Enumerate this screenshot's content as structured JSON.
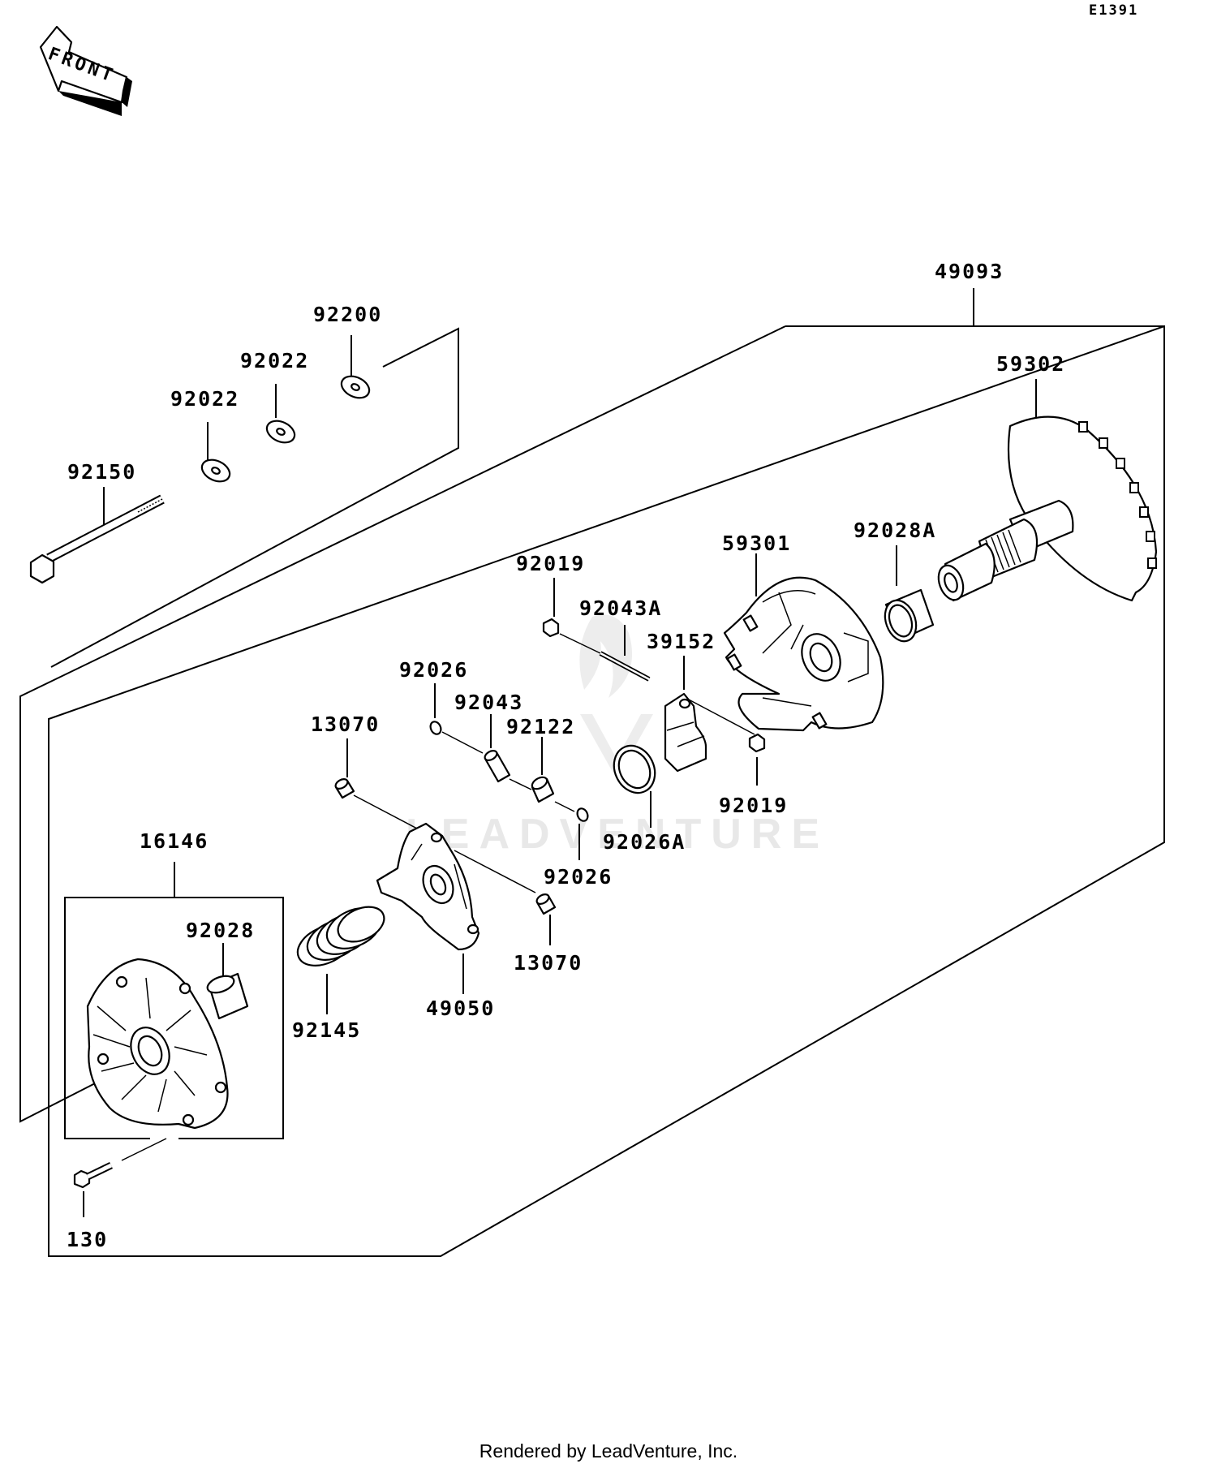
{
  "diagram_code": "E1391",
  "front_label": "FRONT",
  "watermark": "LEADVENTURE",
  "footer": "Rendered by LeadVenture, Inc.",
  "labels": {
    "p49093": "49093",
    "p59302": "59302",
    "p92200": "92200",
    "p92022a": "92022",
    "p92022b": "92022",
    "p92150": "92150",
    "p59301": "59301",
    "p92028A": "92028A",
    "p92019a": "92019",
    "p92043A": "92043A",
    "p39152": "39152",
    "p92026a": "92026",
    "p92043": "92043",
    "p92122": "92122",
    "p13070a": "13070",
    "p92019b": "92019",
    "p92026A": "92026A",
    "p92026b": "92026",
    "p16146": "16146",
    "p92028": "92028",
    "p13070b": "13070",
    "p92145": "92145",
    "p49050": "49050",
    "p130": "130"
  }
}
